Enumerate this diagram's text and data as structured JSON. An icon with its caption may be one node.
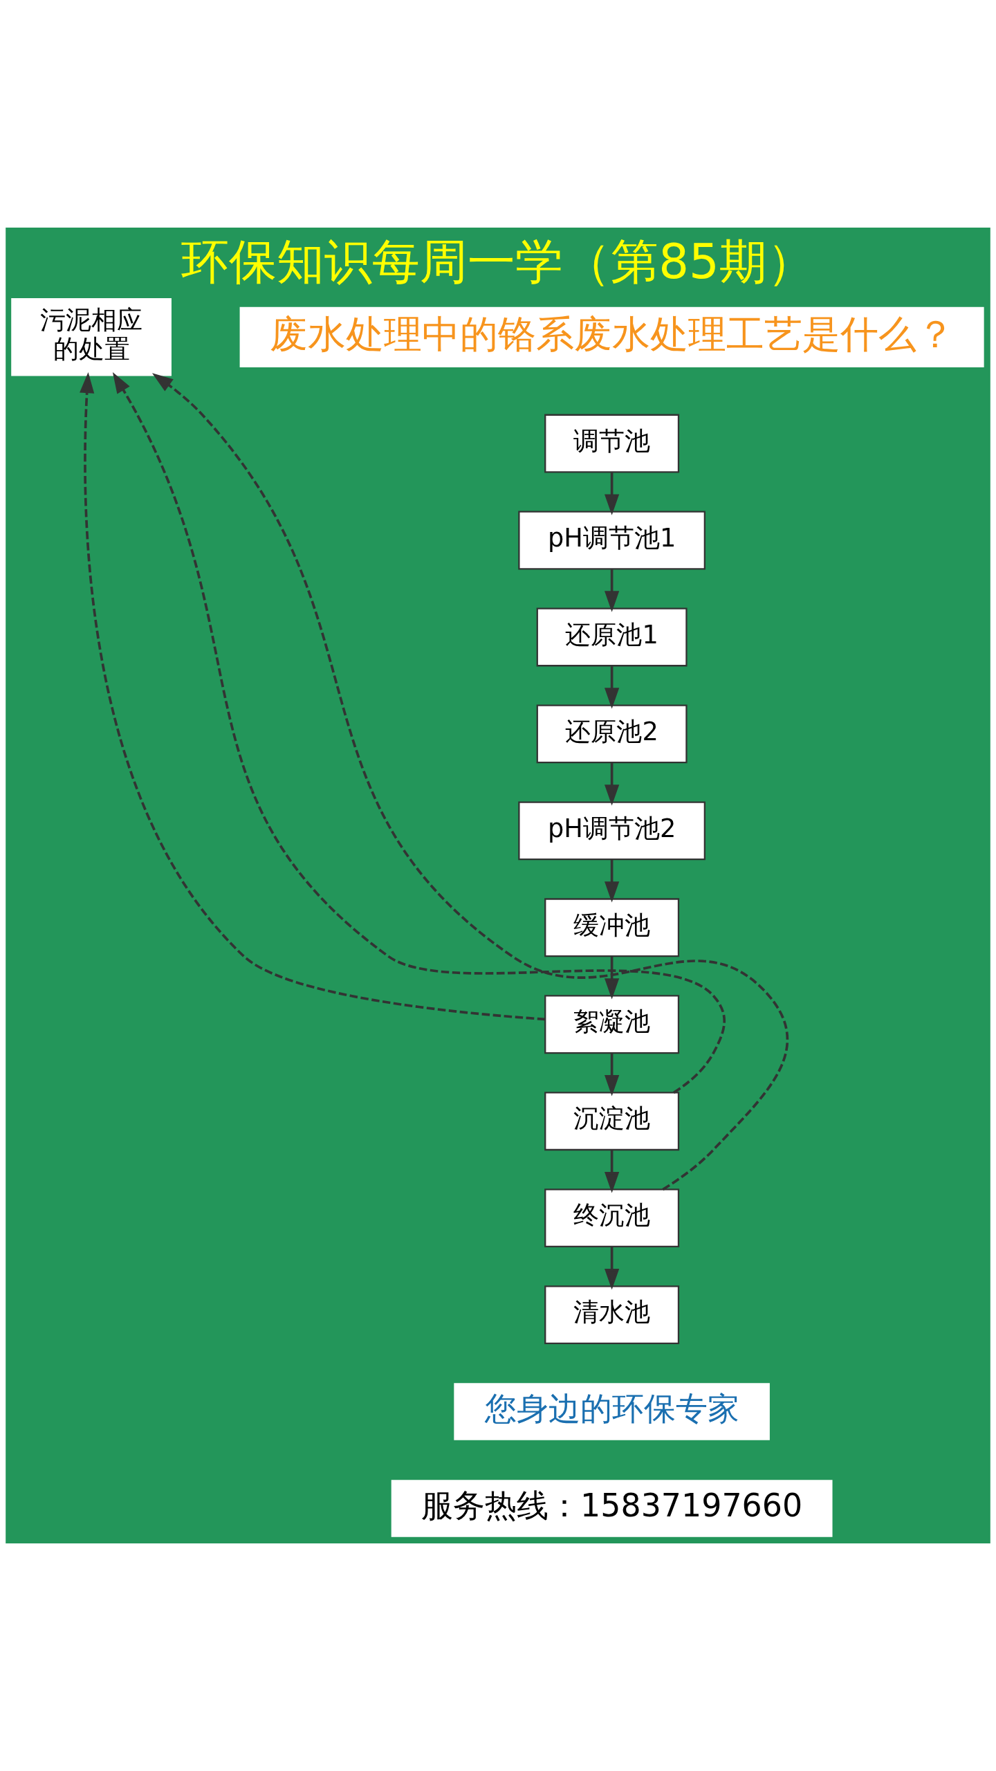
{
  "diagram": {
    "title": "环保知识每周一学（第85期）",
    "nodes": [
      {
        "text": [
          "调节池"
        ]
      },
      {
        "text": [
          "pH调节池1"
        ]
      },
      {
        "text": [
          "还原池1"
        ]
      },
      {
        "text": [
          "还原池2"
        ]
      },
      {
        "text": [
          "pH调节池2"
        ]
      },
      {
        "text": [
          "缓冲池"
        ]
      },
      {
        "text": [
          "絮凝池"
        ]
      },
      {
        "text": [
          "沉淀池"
        ]
      },
      {
        "text": [
          "终沉池"
        ]
      },
      {
        "text": [
          "清水池"
        ]
      },
      {
        "text": [
          "污泥相应的处置"
        ]
      }
    ],
    "edges": [
      {
        "from": 0,
        "to": 1,
        "arrow": "to"
      },
      {
        "from": 1,
        "to": 2,
        "arrow": "to"
      },
      {
        "from": 2,
        "to": 3,
        "arrow": "to"
      },
      {
        "from": 3,
        "to": 4,
        "arrow": "to"
      },
      {
        "from": 4,
        "to": 5,
        "arrow": "to"
      },
      {
        "from": 5,
        "to": 6,
        "arrow": "to"
      },
      {
        "from": 6,
        "to": 7,
        "arrow": "to"
      },
      {
        "from": 7,
        "to": 8,
        "arrow": "to"
      },
      {
        "from": 8,
        "to": 9,
        "arrow": "to"
      },
      {
        "from": 6,
        "to": 10,
        "arrow": "to",
        "style": "dashed"
      },
      {
        "from": 7,
        "to": 10,
        "arrow": "to",
        "style": "dashed"
      },
      {
        "from": 8,
        "to": 10,
        "arrow": "to",
        "style": "dashed"
      }
    ],
    "labels": [
      "废水处理中的铬系废水处理工艺是什么？",
      "您身边的环保专家",
      "服务热线：15837197660"
    ]
  }
}
